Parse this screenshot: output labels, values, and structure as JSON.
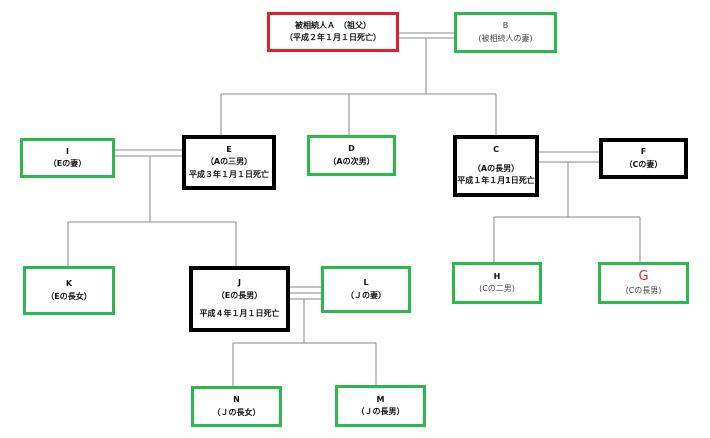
{
  "nodes": {
    "A": {
      "lines": [
        "被相続人Ａ　（祖父）",
        "（平成２年１月１日死亡）"
      ]
    },
    "B": {
      "lines": [
        "B",
        "(被相続人の妻)"
      ]
    },
    "E": {
      "lines": [
        "E",
        "（Aの三男）",
        "平成３年１月１日死亡"
      ]
    },
    "D": {
      "lines": [
        "D",
        "（Aの次男）"
      ]
    },
    "C": {
      "lines": [
        "C",
        "（Aの長男）",
        "平成１年１月1日死亡"
      ]
    },
    "I": {
      "lines": [
        "I",
        "（Eの妻）"
      ]
    },
    "F": {
      "lines": [
        "F",
        "（Cの妻）"
      ]
    },
    "K": {
      "lines": [
        "K",
        "（Eの長女）"
      ]
    },
    "J": {
      "lines": [
        "J",
        "（Eの長男）",
        "平成４年１月１日死亡"
      ]
    },
    "L": {
      "lines": [
        "L",
        "（Ｊの妻）"
      ]
    },
    "H": {
      "lines": [
        "H",
        "(Cの二男)"
      ]
    },
    "G": {
      "lines": [
        "G",
        "(Cの長男)"
      ]
    },
    "N": {
      "lines": [
        "N",
        "（Ｊの長女）"
      ]
    },
    "M": {
      "lines": [
        "M",
        "（Ｊの長男）"
      ]
    }
  },
  "colors": {
    "green_border": "#2db84b",
    "red_border": "#e0202a",
    "black_border": "#000000",
    "line": "#8a8a8a"
  }
}
